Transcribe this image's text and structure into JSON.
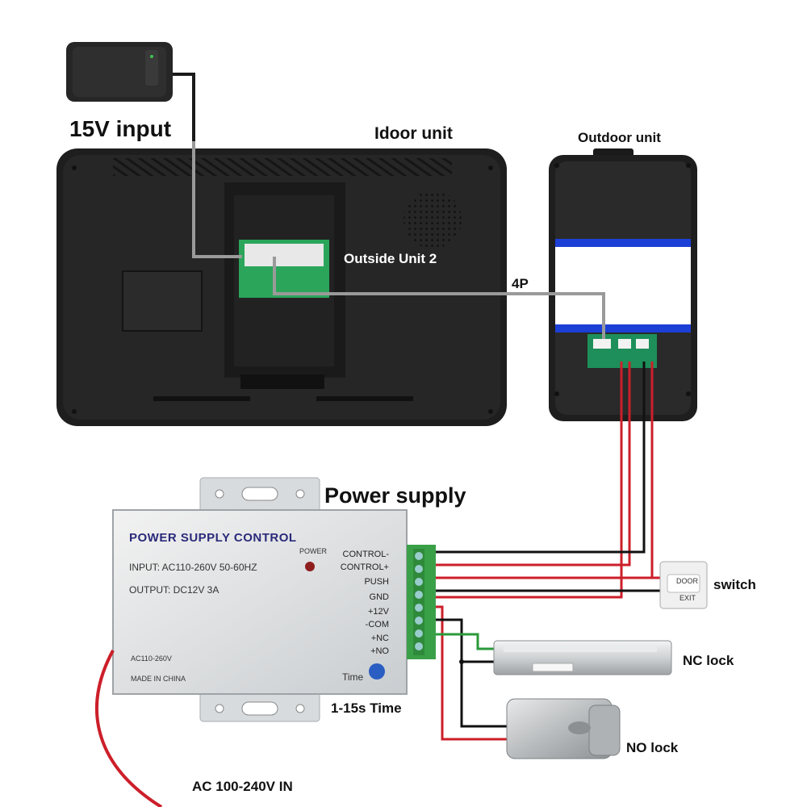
{
  "labels": {
    "input_15v": "15V input",
    "indoor_unit": "Idoor unit",
    "outdoor_unit": "Outdoor unit",
    "outside_unit_2": "Outside Unit 2",
    "cable_4p": "4P",
    "power_supply": "Power supply",
    "switch": "switch",
    "nc_lock": "NC lock",
    "no_lock": "NO lock",
    "time_range": "1-15s Time",
    "ac_in": "AC 100-240V IN"
  },
  "psu": {
    "title": "POWER SUPPLY CONTROL",
    "input": "INPUT: AC110-260V 50-60HZ",
    "output": "OUTPUT: DC12V  3A",
    "power_led": "POWER",
    "ac_label": "AC110-260V",
    "made_in": "MADE IN CHINA",
    "time": "Time",
    "terminals": [
      "CONTROL-",
      "CONTROL+",
      "PUSH",
      "GND",
      "+12V",
      "-COM",
      "+NC",
      "+NO"
    ]
  },
  "exit_button": {
    "top_text": "DOOR",
    "bottom_text": "EXIT"
  },
  "colors": {
    "wire_red": "#cc1f2a",
    "wire_black": "#111111",
    "wire_green": "#2a9a3a",
    "cable_grey": "#9a9a9a",
    "terminal_green": "#3aa048",
    "unit_black": "#1e1e1e"
  }
}
